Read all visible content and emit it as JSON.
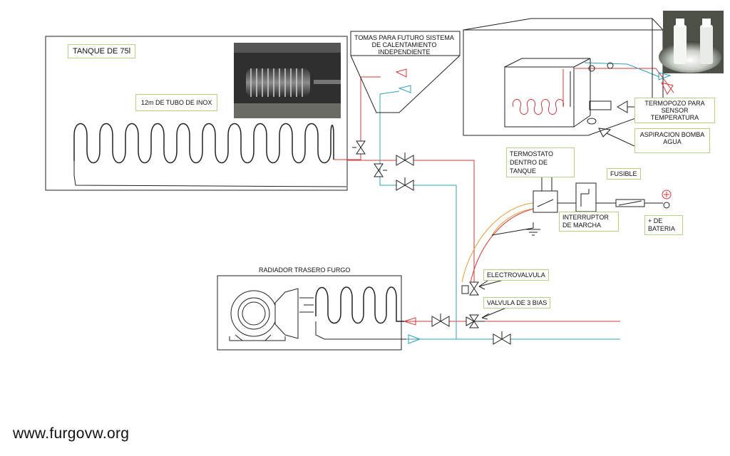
{
  "labels": {
    "tank_title": "TANQUE DE 75l",
    "tube": "12m DE TUBO DE INOX",
    "tomas": "TOMAS PARA FUTURO SISTEMA DE CALENTAMIENTO INDEPENDIENTE",
    "termopozo": "TERMOPOZO PARA SENSOR TEMPERATURA",
    "aspiracion": "ASPIRACION BOMBA AGUA",
    "termostato": "TERMOSTATO DENTRO DE TANQUE",
    "fusible": "FUSIBLE",
    "interruptor": "INTERRUPTOR DE MARCHA",
    "bateria": "+ DE BATERIA",
    "radiador": "RADIADOR TRASERO FURGO",
    "electrovalvula": "ELECTROVALVULA",
    "valvula3": "VALVULA DE 3 BIAS"
  },
  "footer": "www.furgovw.org",
  "colors": {
    "hot_line": "#d03a3a",
    "cold_line": "#2f9fb6",
    "wire": "#e0a040",
    "label_border": "#b7cf8a",
    "ink": "#222222"
  },
  "icons": [
    "battery-positive-icon",
    "fuse-icon",
    "ground-icon",
    "fan-icon",
    "valve-icon"
  ]
}
